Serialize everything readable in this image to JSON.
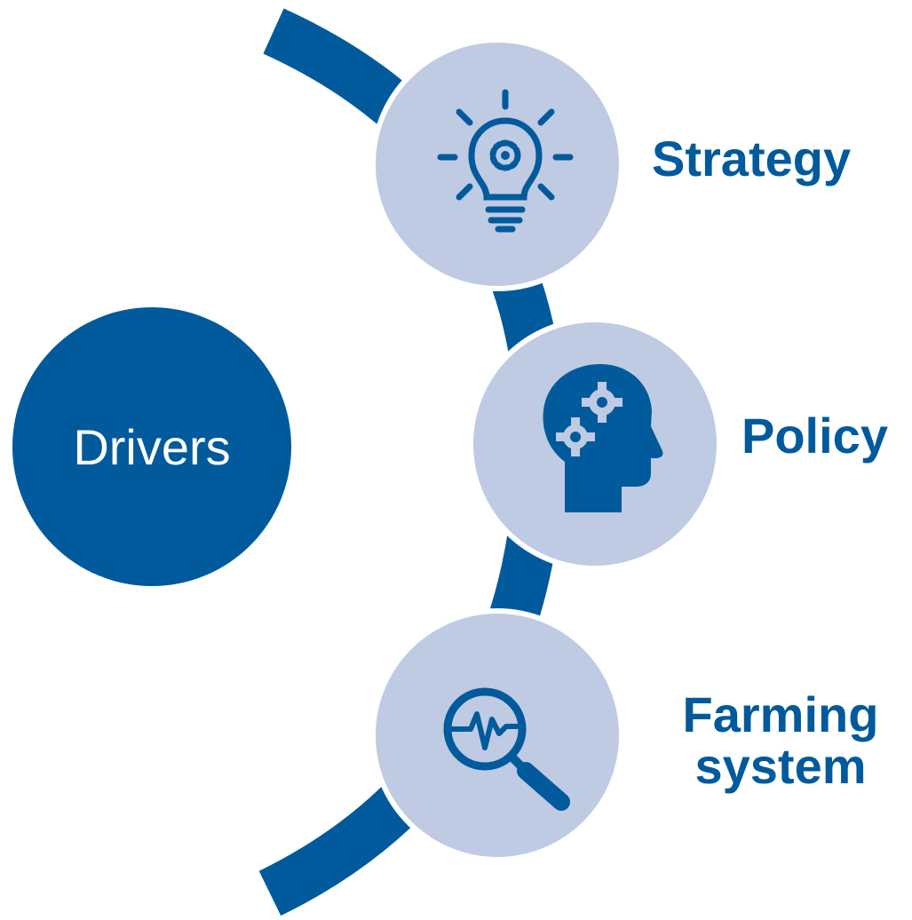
{
  "hub": {
    "label": "Drivers"
  },
  "nodes": [
    {
      "label": "Strategy",
      "icon": "lightbulb-gear-icon"
    },
    {
      "label": "Policy",
      "icon": "head-gears-icon"
    },
    {
      "label_line1": "Farming",
      "label_line2": "system",
      "icon": "magnifier-pulse-icon"
    }
  ],
  "colors": {
    "primary": "#005A9C",
    "node_fill": "#BFCAE3",
    "background": "#FFFFFF",
    "hub_text": "#FFFFFF"
  }
}
